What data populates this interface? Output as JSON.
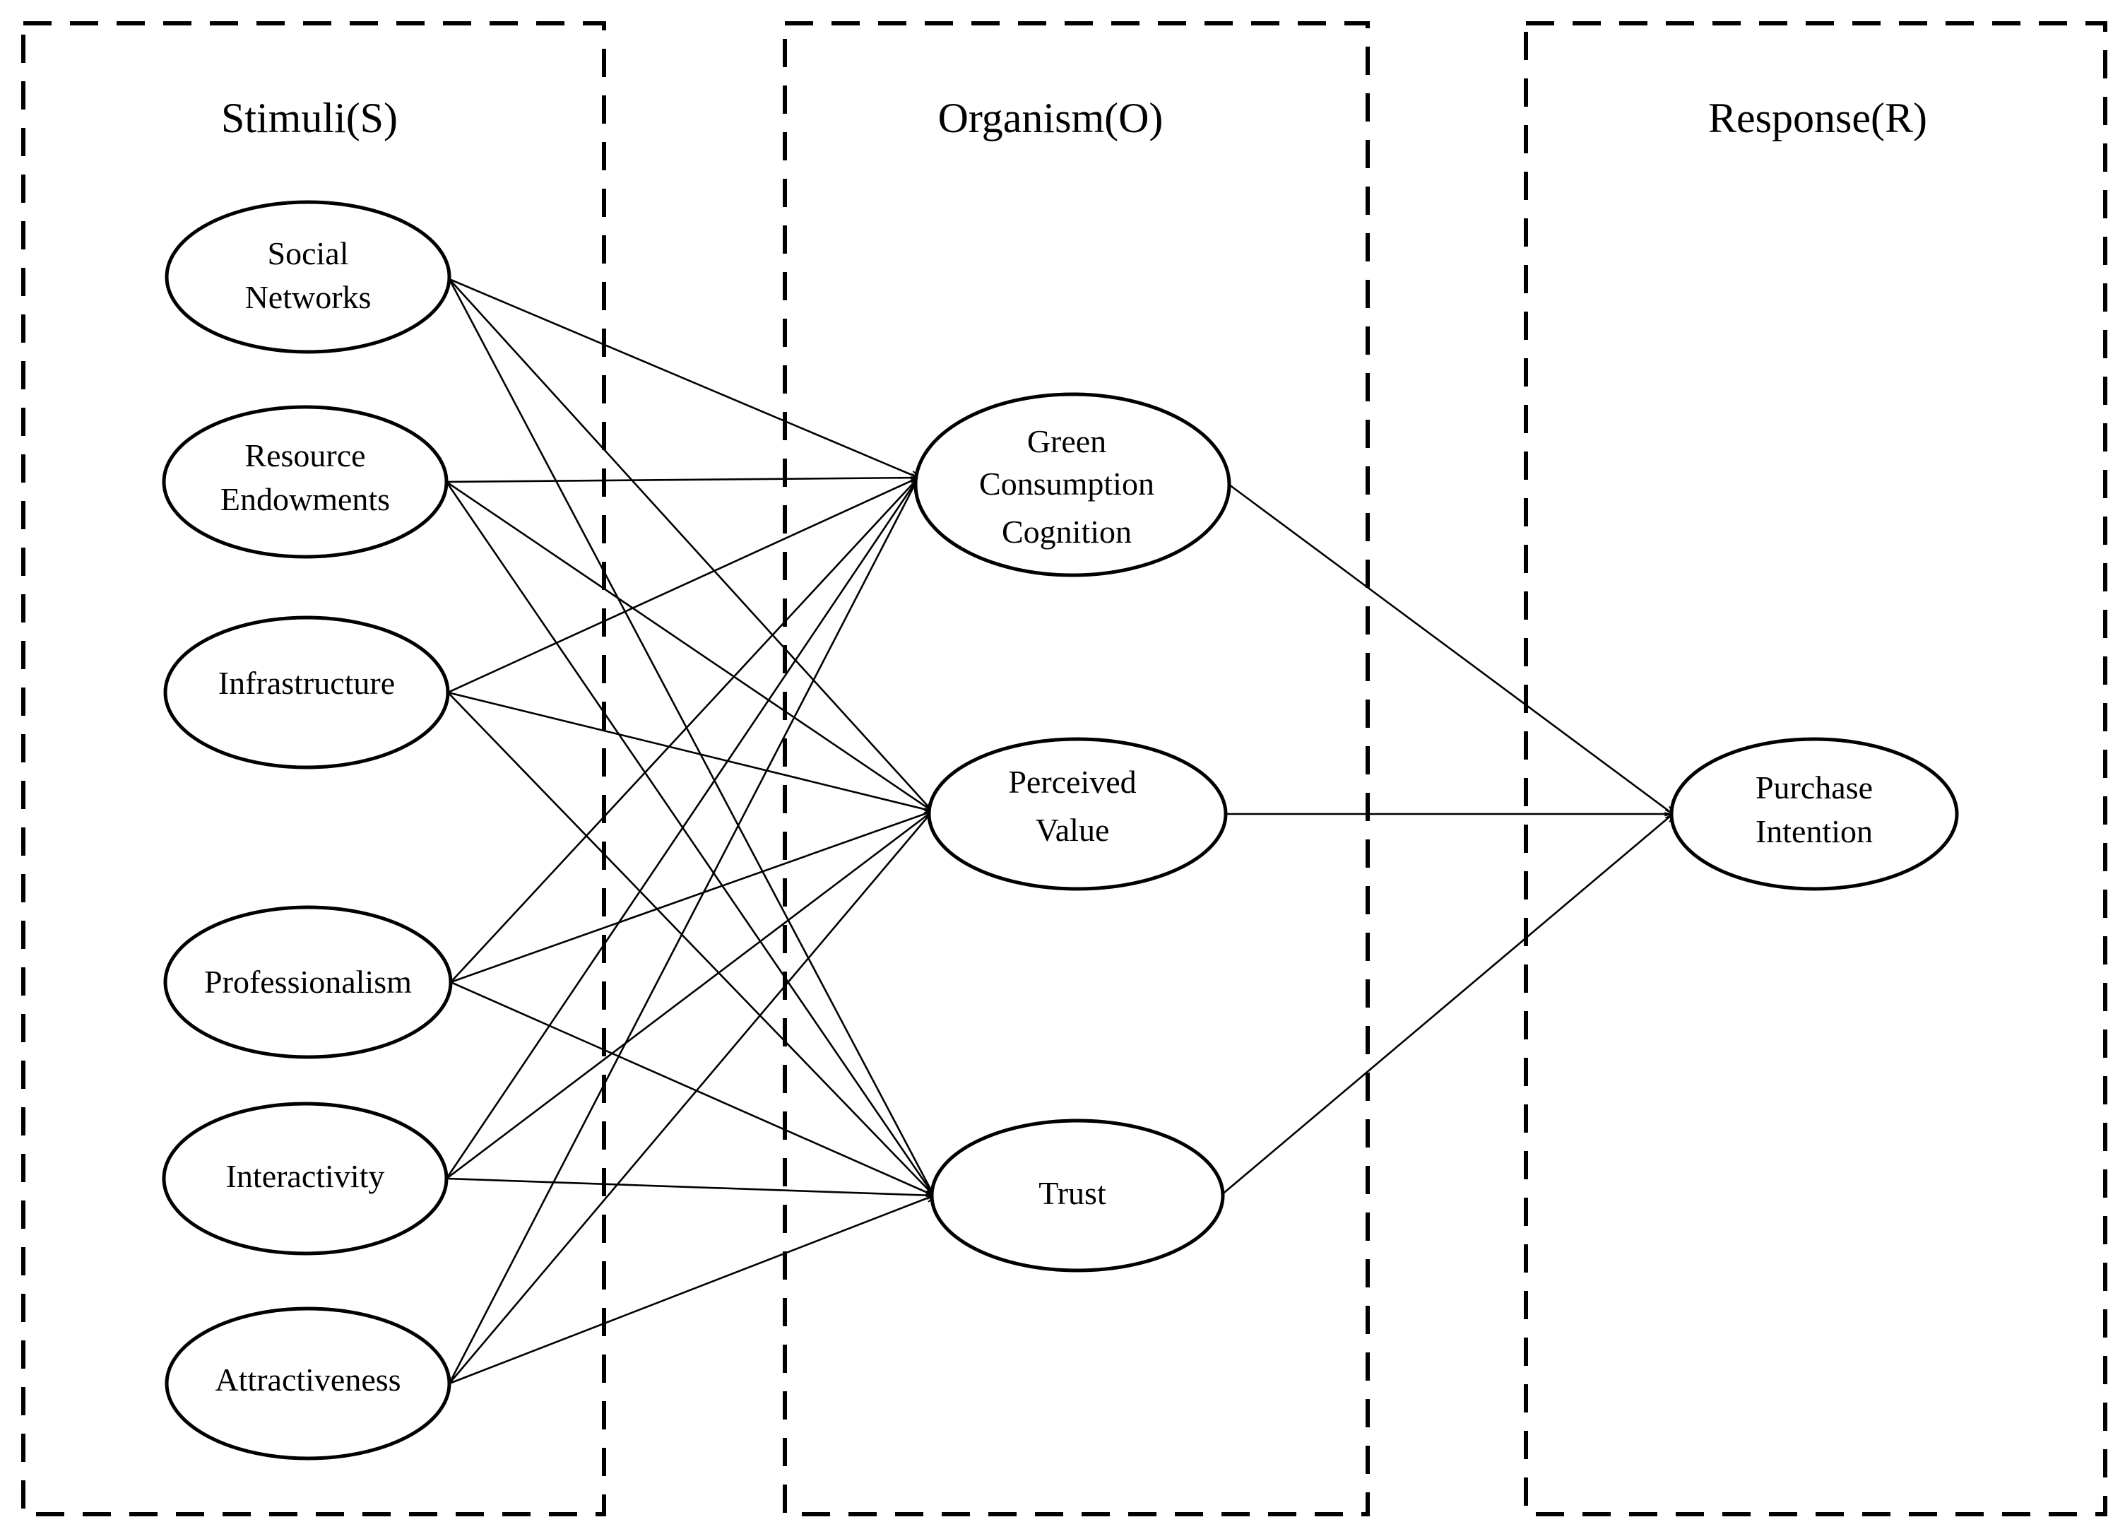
{
  "panels": [
    {
      "id": "stimuli",
      "title": "Stimuli(S)"
    },
    {
      "id": "organism",
      "title": "Organism(O)"
    },
    {
      "id": "response",
      "title": "Response(R)"
    }
  ],
  "nodes": {
    "social": [
      "Social",
      "Networks"
    ],
    "resource": [
      "Resource",
      "Endowments"
    ],
    "infra": [
      "Infrastructure"
    ],
    "prof": [
      "Professionalism"
    ],
    "inter": [
      "Interactivity"
    ],
    "attr": [
      "Attractiveness"
    ],
    "green": [
      "Green",
      "Consumption",
      "Cognition"
    ],
    "value": [
      "Perceived",
      "Value"
    ],
    "trust": [
      "Trust"
    ],
    "purchase": [
      "Purchase",
      "Intention"
    ]
  },
  "edges": [
    [
      "social",
      "green"
    ],
    [
      "social",
      "value"
    ],
    [
      "social",
      "trust"
    ],
    [
      "resource",
      "green"
    ],
    [
      "resource",
      "value"
    ],
    [
      "resource",
      "trust"
    ],
    [
      "infra",
      "green"
    ],
    [
      "infra",
      "value"
    ],
    [
      "infra",
      "trust"
    ],
    [
      "prof",
      "green"
    ],
    [
      "prof",
      "value"
    ],
    [
      "prof",
      "trust"
    ],
    [
      "inter",
      "green"
    ],
    [
      "inter",
      "value"
    ],
    [
      "inter",
      "trust"
    ],
    [
      "attr",
      "green"
    ],
    [
      "attr",
      "value"
    ],
    [
      "attr",
      "trust"
    ],
    [
      "green",
      "purchase"
    ],
    [
      "value",
      "purchase"
    ],
    [
      "trust",
      "purchase"
    ]
  ]
}
